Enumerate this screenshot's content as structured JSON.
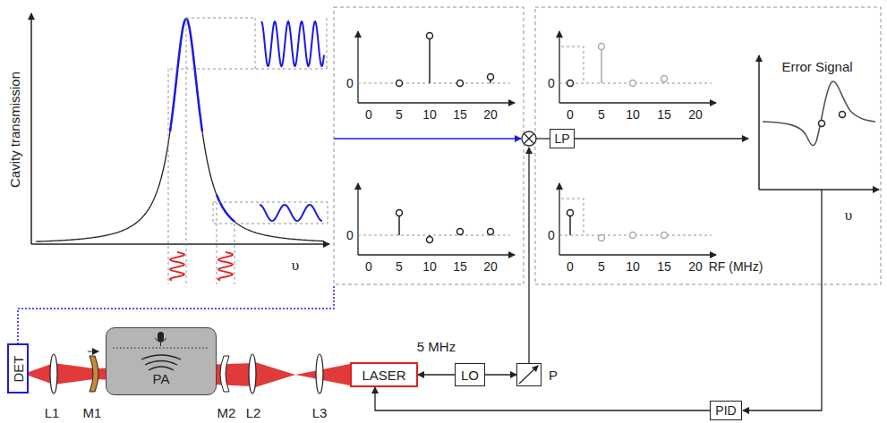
{
  "diagram": {
    "nodes": [
      {
        "text": [
          "DET"
        ]
      },
      {
        "text": [
          "PA"
        ]
      },
      {
        "text": [
          "LASER"
        ]
      },
      {
        "text": [
          "LO"
        ]
      },
      {
        "text": [
          "P"
        ]
      },
      {
        "text": [
          "LP"
        ]
      },
      {
        "text": [
          "PID"
        ]
      }
    ],
    "edges": [
      {
        "from": 3,
        "to": 2,
        "arrow": "to",
        "label": "5 MHz"
      },
      {
        "from": 3,
        "to": 4,
        "arrow": "to"
      },
      {
        "from": 6,
        "to": 2,
        "arrow": "to"
      }
    ],
    "labels": [
      "Cavity transmission",
      "υ",
      "0",
      "0",
      "5",
      "10",
      "15",
      "20",
      "0",
      "0",
      "5",
      "10",
      "15",
      "20",
      "0",
      "0",
      "5",
      "10",
      "15",
      "20",
      "0",
      "0",
      "5",
      "10",
      "15",
      "20",
      "RF (MHz)",
      "Error Signal",
      "υ",
      "L1",
      "M1",
      "M2",
      "L2",
      "L3"
    ]
  }
}
